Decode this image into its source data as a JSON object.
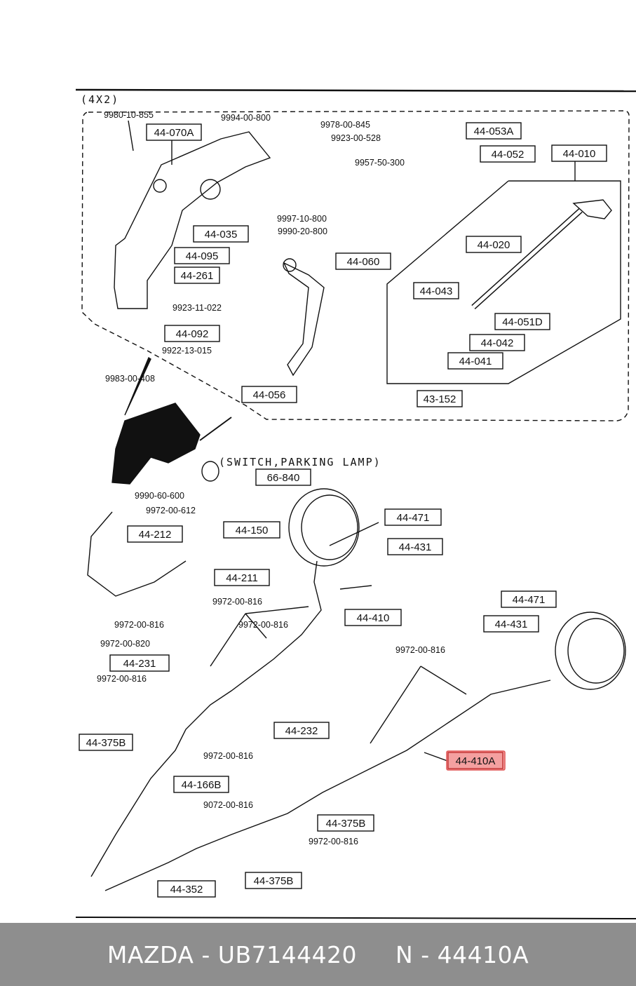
{
  "variant": "(4X2)",
  "switch_note": "(SWITCH,PARKING LAMP)",
  "highlight_color": "#f08080",
  "boxed_parts": [
    "44-070A",
    "44-035",
    "44-095",
    "44-261",
    "44-092",
    "44-056",
    "44-060",
    "44-053A",
    "44-052",
    "44-010",
    "44-020",
    "44-043",
    "44-051D",
    "44-042",
    "44-041",
    "43-152",
    "66-840",
    "44-471",
    "44-431",
    "44-212",
    "44-150",
    "44-211",
    "44-410",
    "44-231",
    "44-471",
    "44-431",
    "44-232",
    "44-375B",
    "44-166B",
    "44-375B",
    "44-410A",
    "44-375B",
    "44-352"
  ],
  "codes": [
    "9980-10-855",
    "9994-00-800",
    "9978-00-845",
    "9923-00-528",
    "9957-50-300",
    "9997-10-800",
    "9990-20-800",
    "9923-11-022",
    "9922-13-015",
    "9983-00-408",
    "9990-60-600",
    "9972-00-612",
    "9972-00-816",
    "9972-00-816",
    "9972-00-820",
    "9972-00-816",
    "9972-00-816",
    "9972-00-816",
    "9072-00-816",
    "9972-00-816",
    "9972-00-816"
  ],
  "footer": {
    "brand": "MAZDA - UB7144420",
    "ref": "N - 44410A"
  }
}
